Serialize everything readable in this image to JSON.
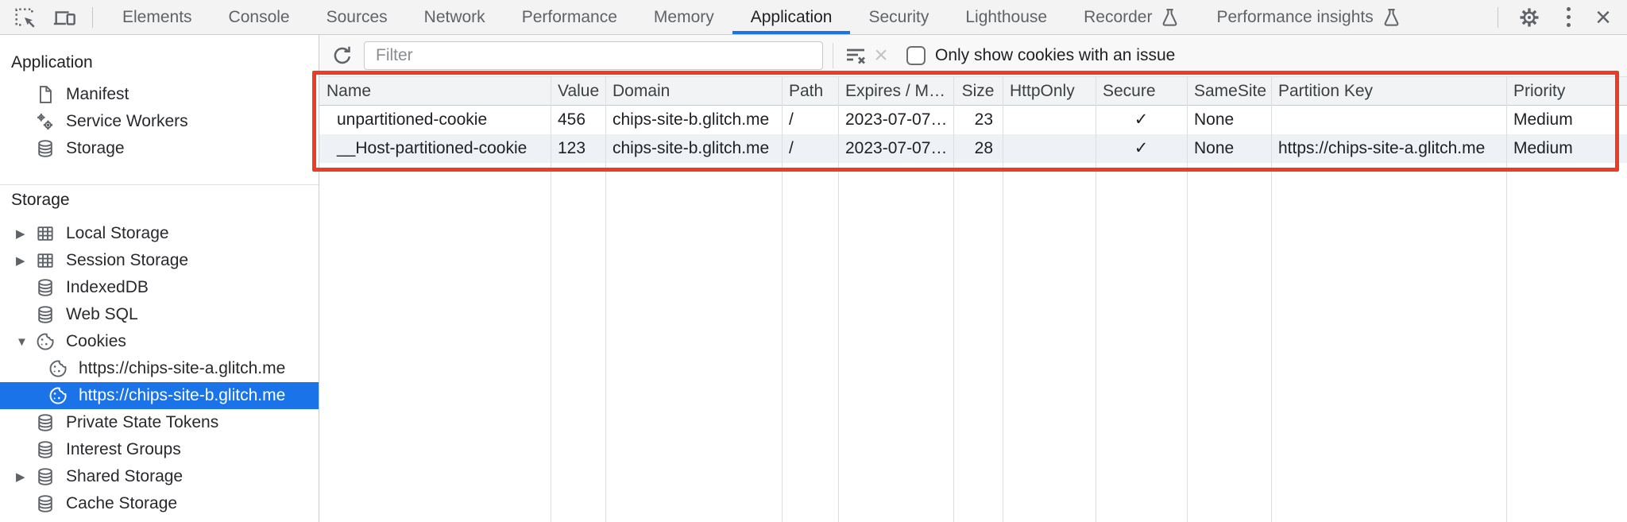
{
  "colors": {
    "accent_blue": "#1a73e8",
    "annotation_red": "#ee3b24",
    "selection_bg": "#1a73e8",
    "selection_text": "#ffffff",
    "toolbar_bg": "#f3f3f3",
    "stripe_row_bg": "#eef1f5"
  },
  "tabbar": {
    "tabs": [
      {
        "label": "Elements"
      },
      {
        "label": "Console"
      },
      {
        "label": "Sources"
      },
      {
        "label": "Network"
      },
      {
        "label": "Performance"
      },
      {
        "label": "Memory"
      },
      {
        "label": "Application",
        "active": true
      },
      {
        "label": "Security"
      },
      {
        "label": "Lighthouse"
      },
      {
        "label": "Recorder",
        "experiment": true
      },
      {
        "label": "Performance insights",
        "experiment": true
      }
    ]
  },
  "sidebar": {
    "disclosure_collapsed": "▶",
    "disclosure_expanded": "▼",
    "sections": [
      {
        "title": "Application",
        "items": [
          {
            "label": "Manifest",
            "icon": "document-icon"
          },
          {
            "label": "Service Workers",
            "icon": "service-workers-icon"
          },
          {
            "label": "Storage",
            "icon": "database-icon"
          }
        ]
      },
      {
        "title": "Storage",
        "items": [
          {
            "label": "Local Storage",
            "icon": "table-icon",
            "disclosure": "collapsed"
          },
          {
            "label": "Session Storage",
            "icon": "table-icon",
            "disclosure": "collapsed"
          },
          {
            "label": "IndexedDB",
            "icon": "database-icon"
          },
          {
            "label": "Web SQL",
            "icon": "database-icon"
          },
          {
            "label": "Cookies",
            "icon": "cookie-icon",
            "disclosure": "expanded"
          },
          {
            "label": "https://chips-site-a.glitch.me",
            "icon": "cookie-icon",
            "child": true
          },
          {
            "label": "https://chips-site-b.glitch.me",
            "icon": "cookie-icon",
            "child": true,
            "selected": true
          },
          {
            "label": "Private State Tokens",
            "icon": "database-icon"
          },
          {
            "label": "Interest Groups",
            "icon": "database-icon"
          },
          {
            "label": "Shared Storage",
            "icon": "database-icon",
            "disclosure": "collapsed"
          },
          {
            "label": "Cache Storage",
            "icon": "database-icon"
          }
        ]
      }
    ]
  },
  "cookies_toolbar": {
    "filter_placeholder": "Filter",
    "only_issue_label": "Only show cookies with an issue",
    "checkbox_checked": false
  },
  "cookie_table": {
    "columns": {
      "name": "Name",
      "value": "Value",
      "domain": "Domain",
      "path": "Path",
      "expires": "Expires / M…",
      "size": "Size",
      "http_only": "HttpOnly",
      "secure": "Secure",
      "same_site": "SameSite",
      "partition_key": "Partition Key",
      "priority": "Priority"
    },
    "rows": [
      {
        "name": "unpartitioned-cookie",
        "value": "456",
        "domain": "chips-site-b.glitch.me",
        "path": "/",
        "expires": "2023-07-07…",
        "size": "23",
        "http_only": "",
        "secure": "✓",
        "same_site": "None",
        "partition_key": "",
        "priority": "Medium"
      },
      {
        "name": "__Host-partitioned-cookie",
        "value": "123",
        "domain": "chips-site-b.glitch.me",
        "path": "/",
        "expires": "2023-07-07…",
        "size": "28",
        "http_only": "",
        "secure": "✓",
        "same_site": "None",
        "partition_key": "https://chips-site-a.glitch.me",
        "priority": "Medium"
      }
    ]
  }
}
